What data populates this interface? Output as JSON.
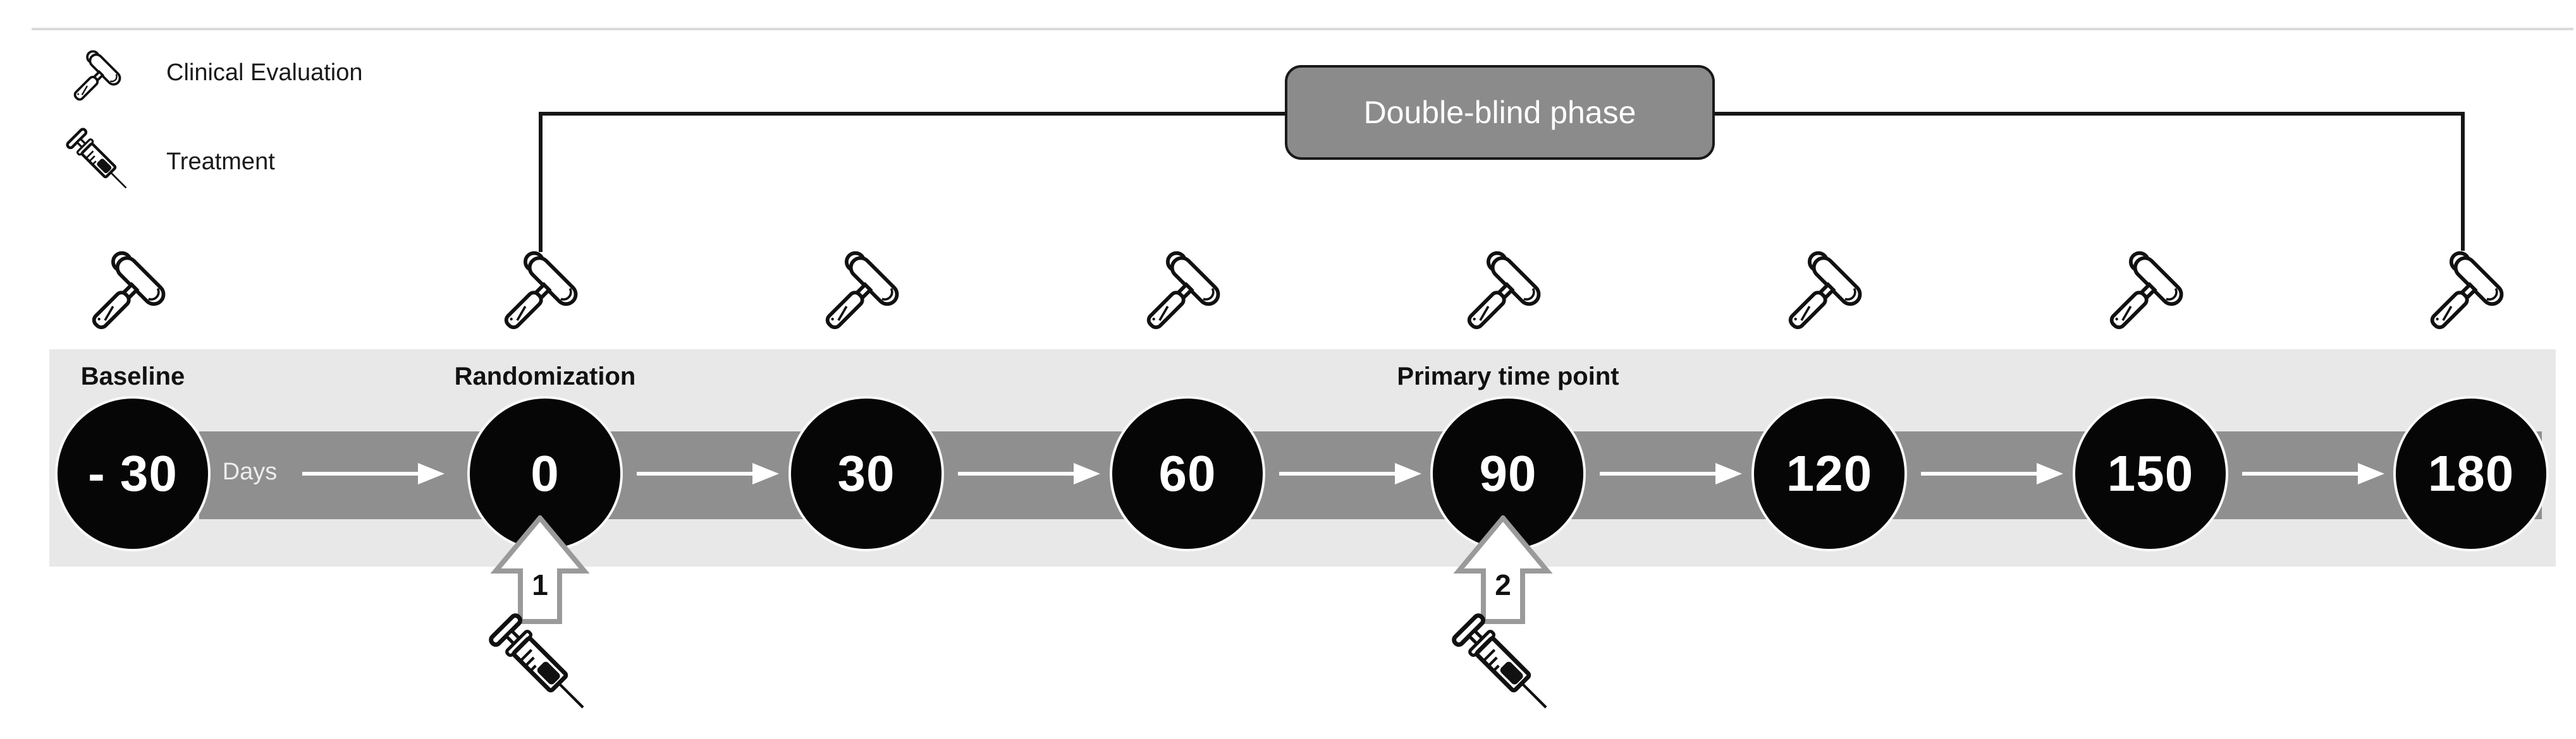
{
  "legend": {
    "items": [
      {
        "icon": "reflex-hammer-icon",
        "label": "Clinical Evaluation"
      },
      {
        "icon": "syringe-icon",
        "label": "Treatment"
      }
    ]
  },
  "phase_banner": {
    "label": "Double-blind phase"
  },
  "timeline": {
    "unit_label": "Days",
    "points": [
      {
        "value": "- 30",
        "label": "Baseline",
        "clinical_evaluation": true
      },
      {
        "value": "0",
        "label": "Randomization",
        "clinical_evaluation": true,
        "treatment": {
          "number": "1"
        }
      },
      {
        "value": "30",
        "clinical_evaluation": true
      },
      {
        "value": "60",
        "clinical_evaluation": true
      },
      {
        "value": "90",
        "label": "Primary time point",
        "clinical_evaluation": true,
        "treatment": {
          "number": "2"
        }
      },
      {
        "value": "120",
        "clinical_evaluation": true
      },
      {
        "value": "150",
        "clinical_evaluation": true
      },
      {
        "value": "180",
        "clinical_evaluation": true
      }
    ]
  },
  "colors": {
    "band_outer": "#e8e8e8",
    "band_inner": "#8f8f8f",
    "banner_fill": "#8b8b8b",
    "banner_border": "#191919",
    "node_fill": "#060606",
    "node_ring": "#fbfbfb",
    "marker_border": "#9a9a9a",
    "line": "#161616"
  }
}
